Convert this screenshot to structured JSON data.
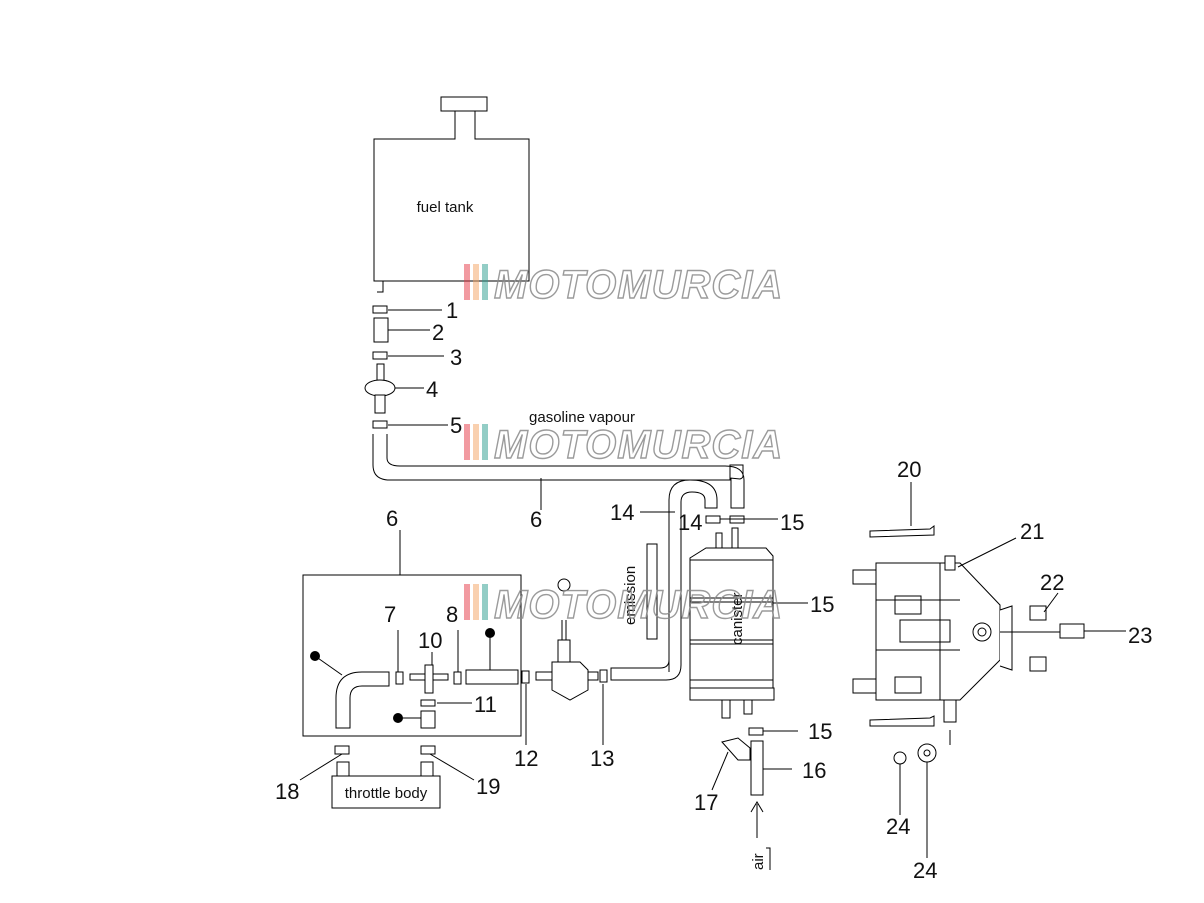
{
  "labels": {
    "fuel_tank": "fuel tank",
    "gasoline_vapour": "gasoline vapour",
    "throttle_body": "throttle body",
    "canister": "canister",
    "emission": "emission",
    "air": "air"
  },
  "watermark": {
    "text": "MOTOMURCIA",
    "colors": [
      "#e63946",
      "#f4a261",
      "#2a9d8f"
    ]
  },
  "callouts": [
    "1",
    "2",
    "3",
    "4",
    "5",
    "6",
    "6",
    "7",
    "8",
    "10",
    "11",
    "12",
    "13",
    "14",
    "14",
    "15",
    "15",
    "15",
    "16",
    "17",
    "18",
    "19",
    "20",
    "21",
    "22",
    "23",
    "24",
    "24"
  ]
}
